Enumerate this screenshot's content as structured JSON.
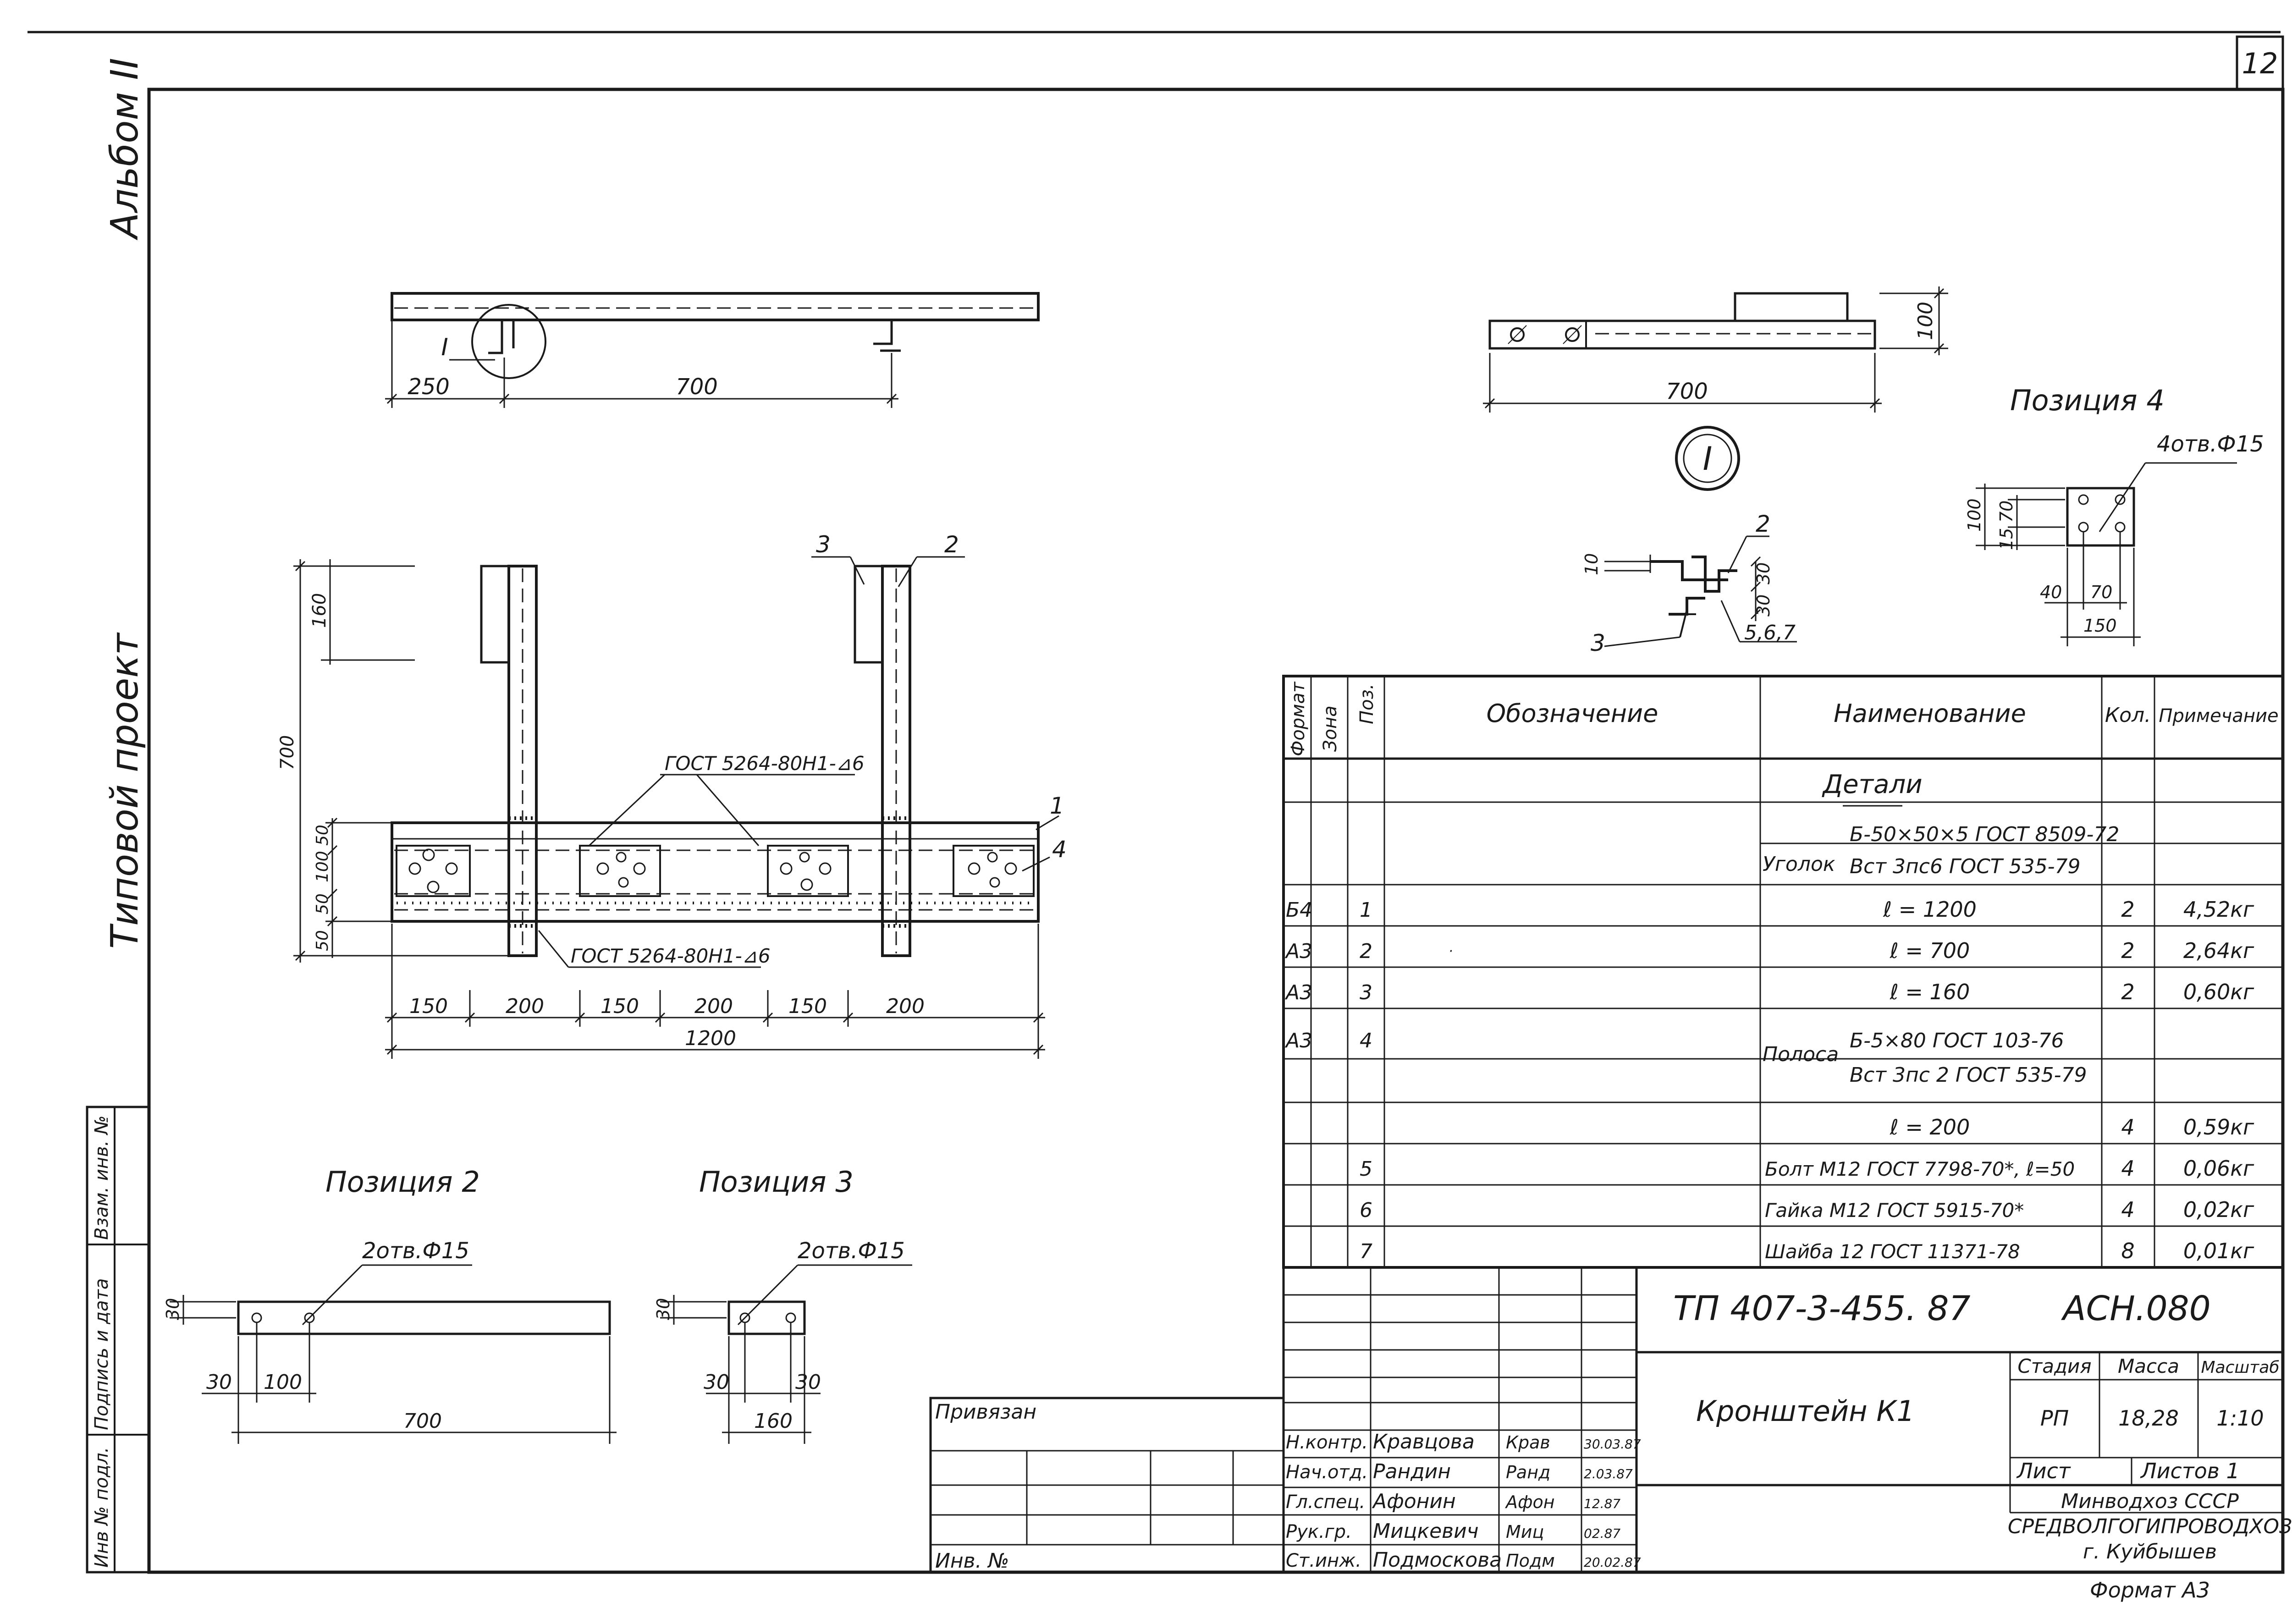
{
  "sheet": {
    "page_number": "12",
    "album": "Альбом II",
    "project_type": "Типовой проект"
  },
  "side_stamp": {
    "inv_podl": "Инв № подл.",
    "podpis_data": "Подпись и дата",
    "vzam_inv": "Взам. инв. №"
  },
  "top_view": {
    "dim_250": "250",
    "dim_700": "700",
    "callout_I": "I"
  },
  "side_view": {
    "dim_700": "700",
    "dim_100": "100"
  },
  "node_I": {
    "label": "I",
    "pos2": "2",
    "pos3": "3",
    "pos567": "5,6,7",
    "dim_10": "10",
    "dim_30a": "30",
    "dim_30b": "30"
  },
  "position4": {
    "title": "Позиция 4",
    "holes": "4отв.Ф15",
    "dim_100": "100",
    "dim_70v": "70",
    "dim_15": "15",
    "dim_40": "40",
    "dim_70h": "70",
    "dim_150": "150"
  },
  "plan_view": {
    "pos3": "3",
    "pos2": "2",
    "pos1": "1",
    "pos4": "4",
    "dim_160": "160",
    "dim_700": "700",
    "dim_50a": "50",
    "dim_100": "100",
    "dim_50b": "50",
    "dim_50c": "50",
    "weld_top": "ГОСТ 5264-80Н1-⊿6",
    "weld_bottom": "ГОСТ 5264-80Н1-⊿6",
    "dims_bottom": [
      "150",
      "200",
      "150",
      "200",
      "150",
      "200"
    ],
    "dim_total": "1200"
  },
  "position2": {
    "title": "Позиция 2",
    "holes": "2отв.Ф15",
    "dim_30v": "30",
    "dim_30h": "30",
    "dim_100": "100",
    "dim_700": "700"
  },
  "position3": {
    "title": "Позиция 3",
    "holes": "2отв.Ф15",
    "dim_30v": "30",
    "dim_30l": "30",
    "dim_30r": "30",
    "dim_160": "160"
  },
  "spec": {
    "headers": {
      "format": "Формат",
      "zone": "Зона",
      "pos": "Поз.",
      "designation": "Обозначение",
      "name": "Наименование",
      "qty": "Кол.",
      "note": "Примечание"
    },
    "section": "Детали",
    "ugolok_label": "Уголок",
    "ugolok_line1": "Б-50×50×5 ГОСТ 8509-72",
    "ugolok_line2": "Вст 3пс6 ГОСТ 535-79",
    "polosa_label": "Полоса",
    "polosa_line1": "Б-5×80 ГОСТ 103-76",
    "polosa_line2": "Вст 3пс 2 ГОСТ 535-79",
    "rows": [
      {
        "format": "Б4",
        "pos": "1",
        "name": "ℓ = 1200",
        "qty": "2",
        "note": "4,52кг"
      },
      {
        "format": "А3",
        "pos": "2",
        "name": "ℓ = 700",
        "qty": "2",
        "note": "2,64кг"
      },
      {
        "format": "А3",
        "pos": "3",
        "name": "ℓ = 160",
        "qty": "2",
        "note": "0,60кг"
      },
      {
        "format": "А3",
        "pos": "4",
        "name": "",
        "qty": "",
        "note": ""
      },
      {
        "format": "",
        "pos": "",
        "name": "ℓ = 200",
        "qty": "4",
        "note": "0,59кг"
      },
      {
        "format": "",
        "pos": "5",
        "name": "Болт М12 ГОСТ 7798-70*, ℓ=50",
        "qty": "4",
        "note": "0,06кг"
      },
      {
        "format": "",
        "pos": "6",
        "name": "Гайка М12 ГОСТ 5915-70*",
        "qty": "4",
        "note": "0,02кг"
      },
      {
        "format": "",
        "pos": "7",
        "name": "Шайба 12 ГОСТ 11371-78",
        "qty": "8",
        "note": "0,01кг"
      }
    ]
  },
  "title_block": {
    "doc_code": "ТП   407-3-455. 87",
    "doc_sub": "АСН.080",
    "drawing_name": "Кронштейн К1",
    "stage_label": "Стадия",
    "mass_label": "Масса",
    "scale_label": "Масштаб",
    "stage": "РП",
    "mass": "18,28",
    "scale": "1:10",
    "sheet_label": "Лист",
    "sheets_label": "Листов 1",
    "org1": "Минводхоз СССР",
    "org2": "СРЕДВОЛГОГИПРОВОДХОЗ",
    "org3": "г. Куйбышев",
    "format": "Формат А3",
    "privyazan": "Привязан",
    "inv_no": "Инв. №",
    "people": [
      {
        "role": "Н.контр.",
        "name": "Кравцова",
        "sign": "Крав",
        "date": "30.03.87"
      },
      {
        "role": "Нач.отд.",
        "name": "Рандин",
        "sign": "Ранд",
        "date": "2.03.87"
      },
      {
        "role": "Гл.спец.",
        "name": "Афонин",
        "sign": "Афон",
        "date": "12.87"
      },
      {
        "role": "Рук.гр.",
        "name": "Мицкевич",
        "sign": "Миц",
        "date": "02.87"
      },
      {
        "role": "Ст.инж.",
        "name": "Подмоскова",
        "sign": "Подм",
        "date": "20.02.87"
      }
    ]
  }
}
